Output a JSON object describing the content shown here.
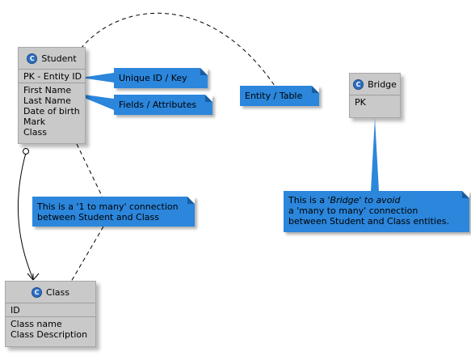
{
  "entities": {
    "student": {
      "name": "Student",
      "pk": "PK - Entity ID",
      "fields": [
        "First Name",
        "Last Name",
        "Date of birth",
        "Mark",
        "Class"
      ]
    },
    "class": {
      "name": "Class",
      "pk": "ID",
      "fields": [
        "Class name",
        "Class Description"
      ]
    },
    "bridge": {
      "name": "Bridge",
      "pk": "PK"
    }
  },
  "notes": {
    "unique_id": "Unique ID / Key",
    "fields": "Fields / Attributes",
    "entity": "Entity / Table",
    "one_to_many": {
      "line1": "This is a '1 to many' connection",
      "line2": "between Student and Class"
    },
    "bridge": {
      "line1_prefix": "This is a ",
      "line1_italic": "'Bridge' to avoid",
      "line2": "a 'many to many' connection",
      "line3": "between Student and Class entities."
    }
  },
  "colors": {
    "entity_fill": "#c9c9c9",
    "entity_border": "#a7a7a7",
    "note_fill": "#2b86dc",
    "badge": "#2e6fc2"
  }
}
